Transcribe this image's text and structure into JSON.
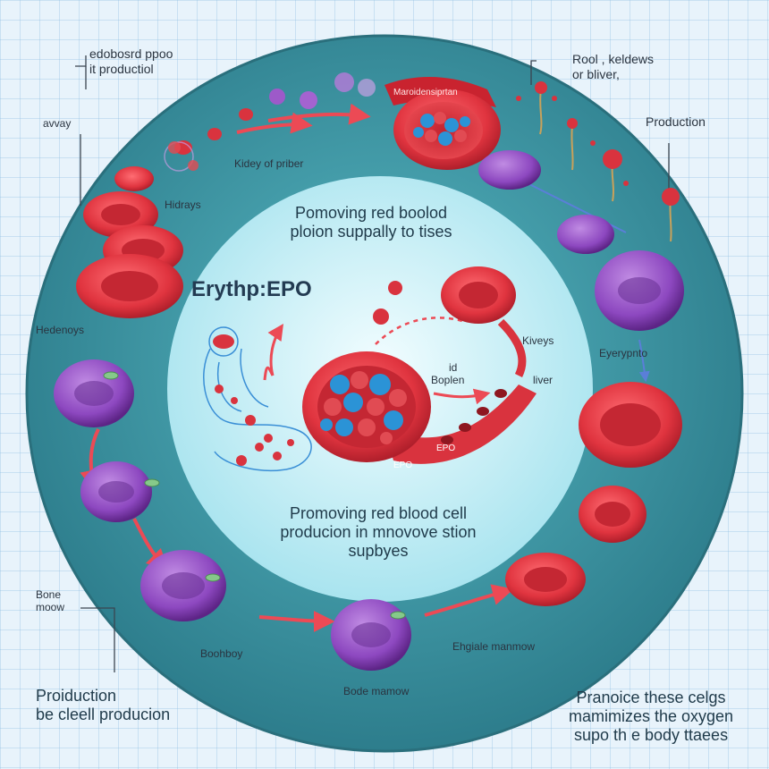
{
  "center_title": "Erythp:EPO",
  "labels": {
    "top_left": [
      "edobosrd ppoo",
      "it productiol"
    ],
    "left_avvay": "avvay",
    "kidney_of_priber": "Kidey of priber",
    "hidrays": "Hidrays",
    "maroon_label": "Maroidensiprtan",
    "right_top": [
      "Rool , keldews",
      "or bliver,"
    ],
    "production_right": "Production",
    "hedenoys": "Hedenoys",
    "kiveys": "Kiveys",
    "liver": "liver",
    "eyerypnto": "Eyerypnto",
    "inner_top": [
      "Pomoving red boolod",
      "ploion suppally to tises"
    ],
    "inner_bottom": [
      "Promoving red blood cell",
      "producion in mnovove stion",
      "supbyes"
    ],
    "id_label": "id",
    "boplen": "Boplen",
    "epo_1": "EPO",
    "epo_2": "EPO",
    "bone_marrow_left": [
      "Bone",
      "moow"
    ],
    "boohboy": "Boohboy",
    "bode_marrow": "Bode mamow",
    "ehgiale_marrow": "Ehgiale manmow",
    "bottom_left": [
      "Proiduction",
      "be cleell producion"
    ],
    "bottom_right": [
      "Pranoice these celgs",
      "mamimizes the oxygen",
      "supo th e body ttaees"
    ]
  },
  "colors": {
    "ring_outer": "#3f9aa8",
    "ring_inner": "#2f7f8f",
    "center_fill": "#d9f6fb",
    "rbc": "#e0343f",
    "rbc_dark": "#b8202c",
    "rbc_light": "#f06a6f",
    "precursor": "#9a57c8",
    "precursor_dark": "#6c2f96",
    "arrow": "#ec4a55",
    "cluster_blue": "#2b93d6"
  }
}
